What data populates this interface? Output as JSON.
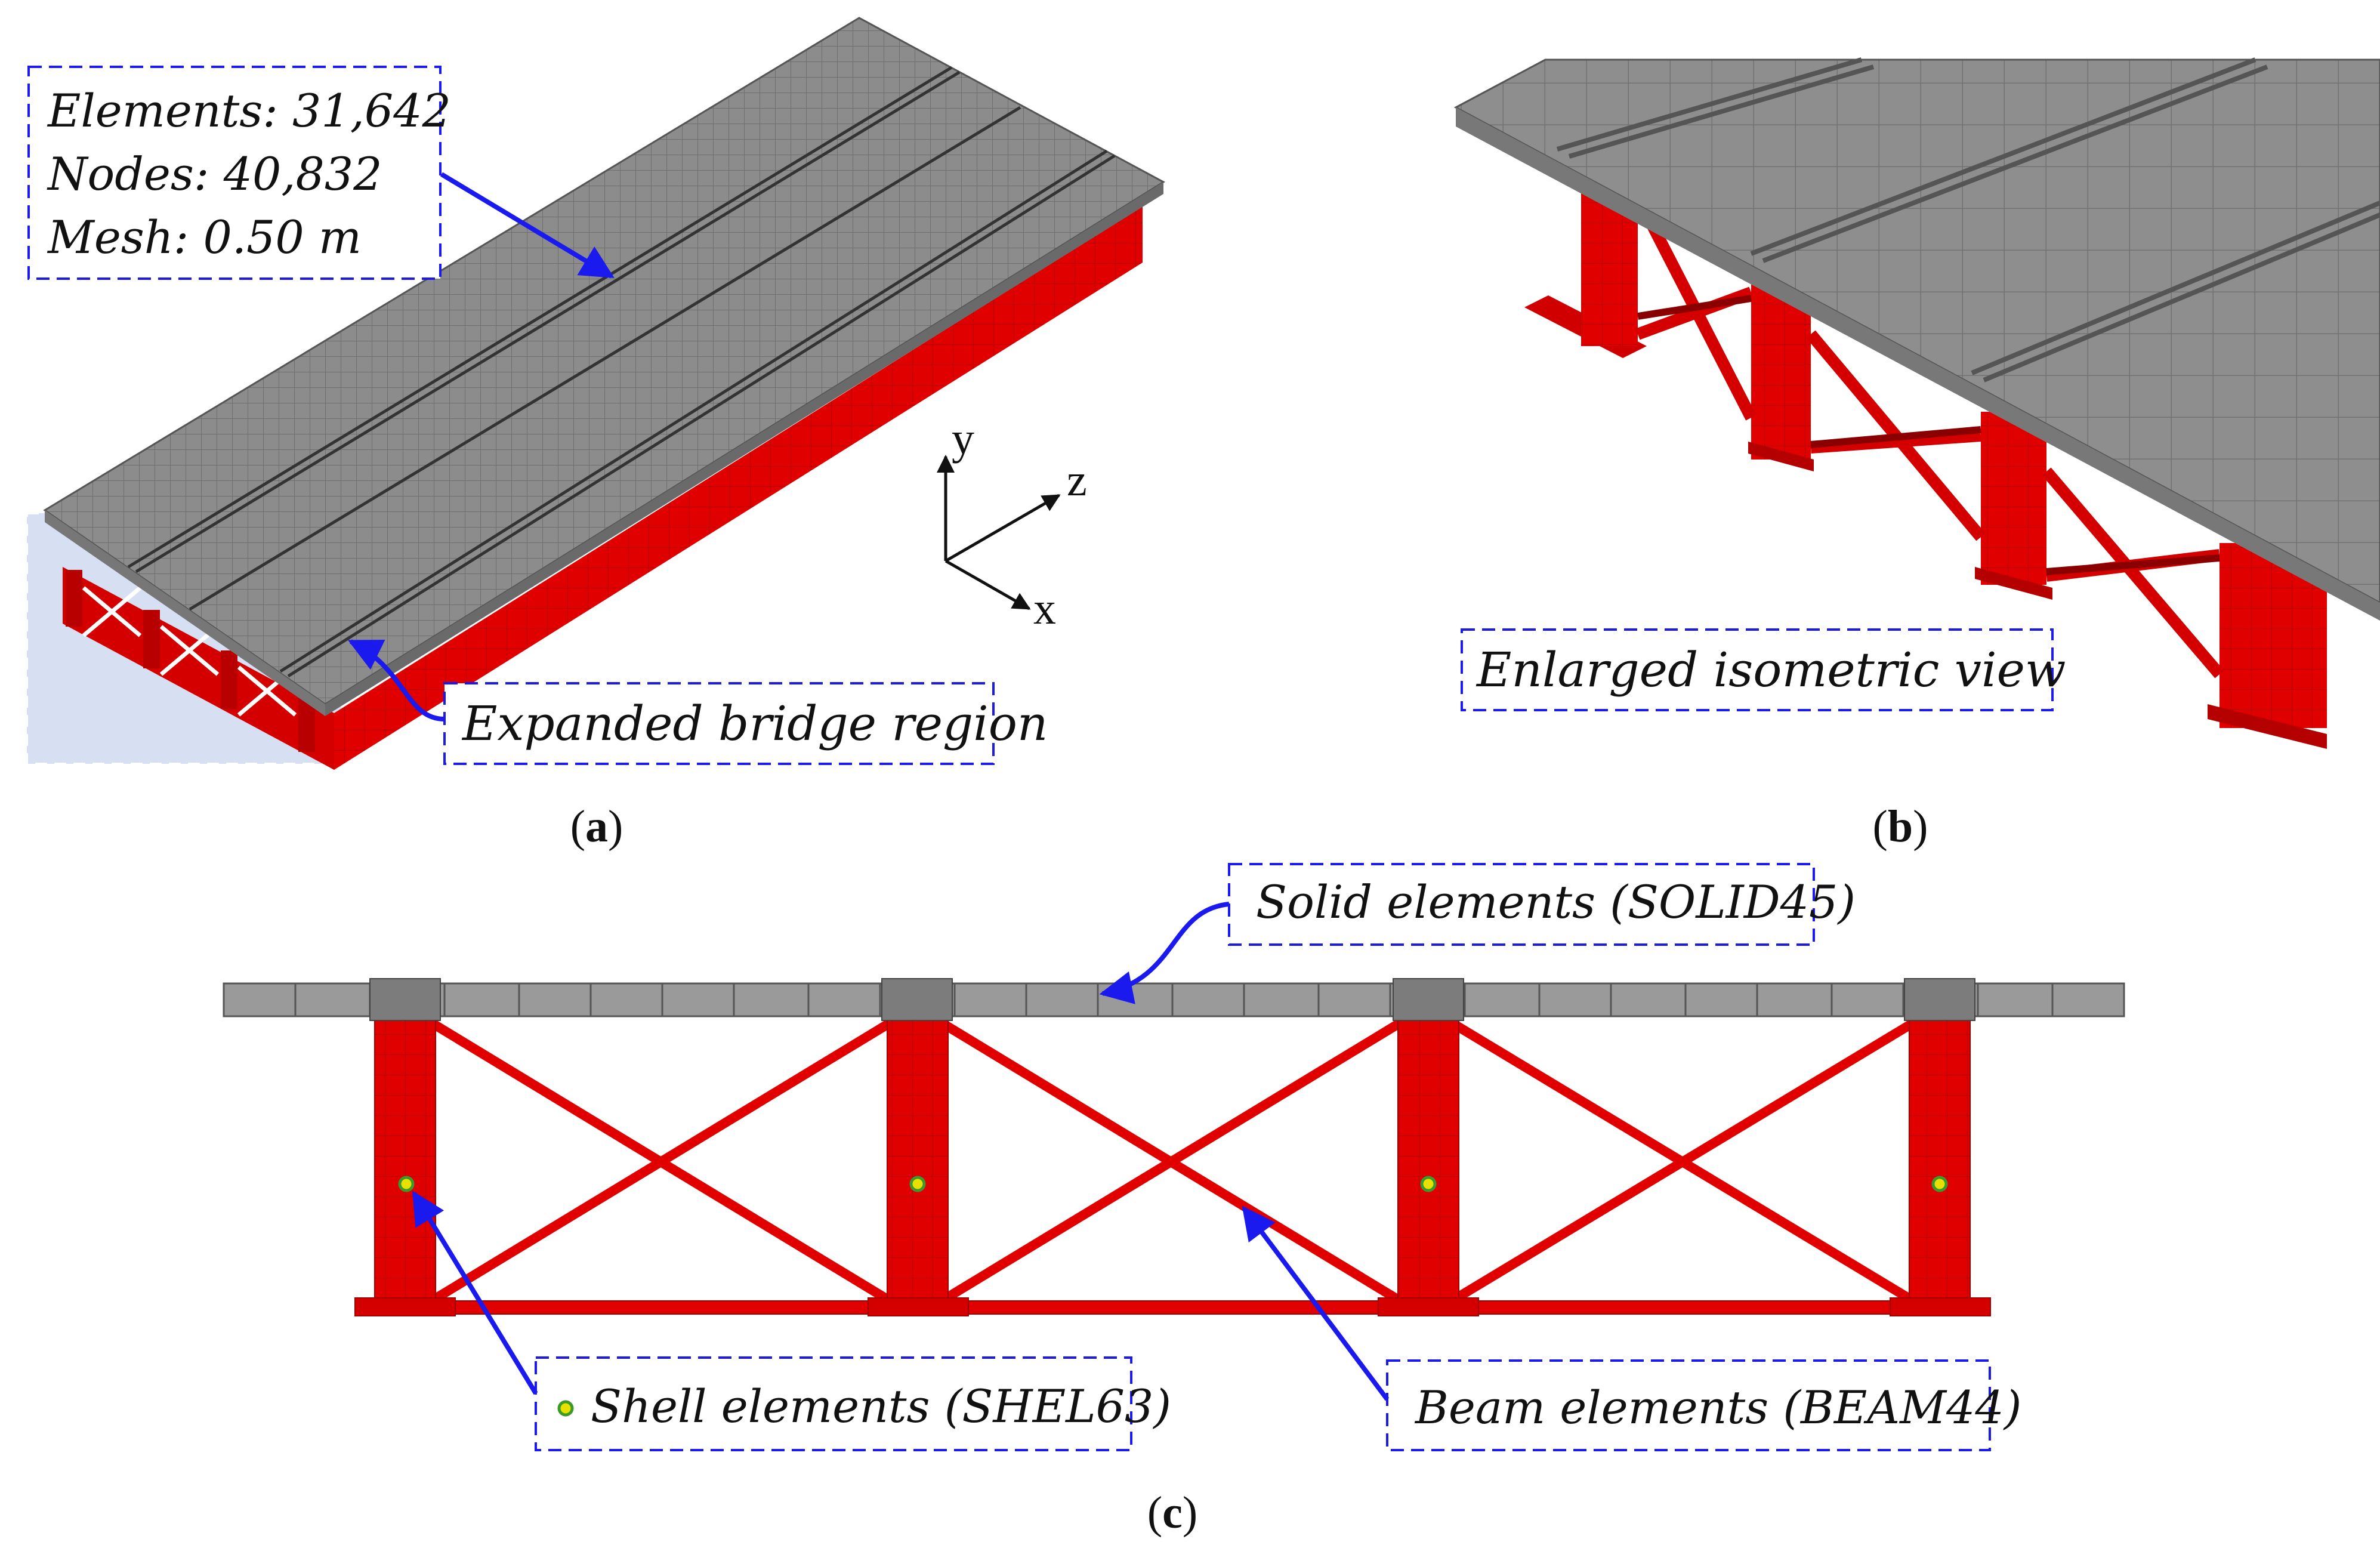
{
  "colors": {
    "deck": "#8c8c8c",
    "deck_dark": "#6e6e6e",
    "steel": "#e10000",
    "steel_dark": "#a00000",
    "callout": "#1a1aee",
    "node_dot": "#e8e000",
    "node_ring": "#3a9a2a",
    "highlight": "#c9d6ef"
  },
  "panel_a": {
    "stats": {
      "elements": "Elements: 31,642",
      "nodes": "Nodes: 40,832",
      "mesh": "Mesh: 0.50 m"
    },
    "expanded_label": "Expanded bridge region",
    "axes": {
      "y": "y",
      "z": "z",
      "x": "x"
    },
    "caption_open": "(",
    "caption_letter": "a",
    "caption_close": ")"
  },
  "panel_b": {
    "label": "Enlarged isometric view",
    "caption_open": "(",
    "caption_letter": "b",
    "caption_close": ")"
  },
  "panel_c": {
    "solid_label": "Solid elements (SOLID45)",
    "shell_label": "Shell elements (SHEL63)",
    "beam_label": "Beam elements (BEAM44)",
    "caption_open": "(",
    "caption_letter": "c",
    "caption_close": ")"
  }
}
